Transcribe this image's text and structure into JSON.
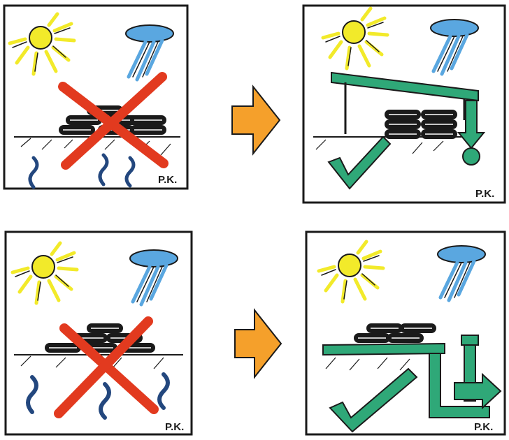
{
  "panels": [
    {
      "id": "top-left",
      "verdict": "wrong",
      "signature": "P.K."
    },
    {
      "id": "top-right",
      "verdict": "correct",
      "signature": "P.K."
    },
    {
      "id": "bottom-left",
      "verdict": "wrong",
      "signature": "P.K."
    },
    {
      "id": "bottom-right",
      "verdict": "correct",
      "signature": "P.K."
    }
  ],
  "colors": {
    "sun": "#f2ea2a",
    "rain": "#5aa7e0",
    "cross": "#e23a1f",
    "roof": "#2fa878",
    "check": "#2fa878",
    "arrow": "#f5a02b",
    "water": "#23477e",
    "ink": "#1a1a1a"
  }
}
